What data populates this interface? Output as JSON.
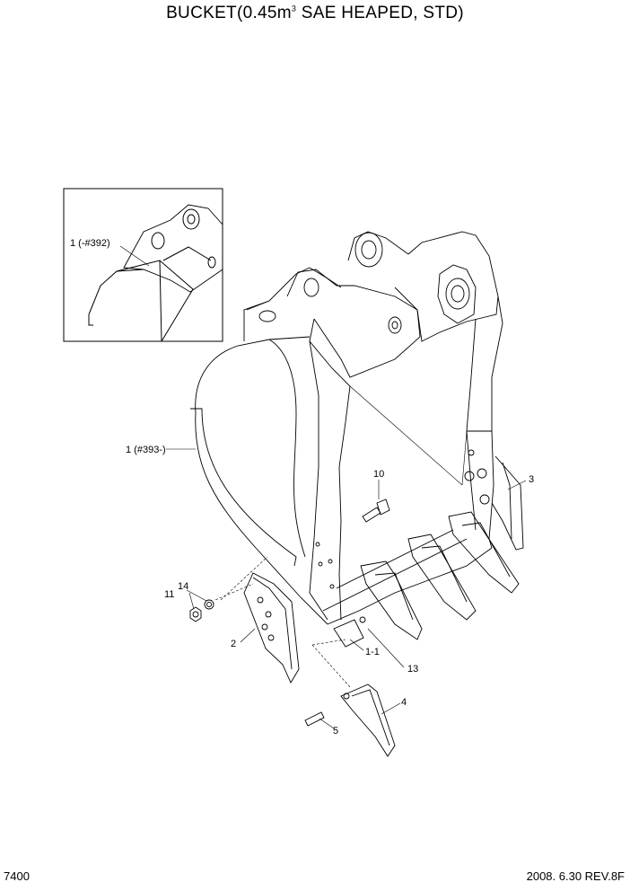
{
  "title": {
    "main": "BUCKET(0.45m",
    "superscript": "3",
    "rest": " SAE HEAPED, STD)"
  },
  "callouts": {
    "inset_1": "1 (-#392)",
    "main_1": "1 (#393-)",
    "part_10": "10",
    "part_3": "3",
    "part_14": "14",
    "part_11": "11",
    "part_2": "2",
    "part_1_1": "1-1",
    "part_13": "13",
    "part_4": "4",
    "part_5": "5"
  },
  "footer": {
    "page_number": "7400",
    "revision": "2008. 6.30  REV.8F"
  }
}
